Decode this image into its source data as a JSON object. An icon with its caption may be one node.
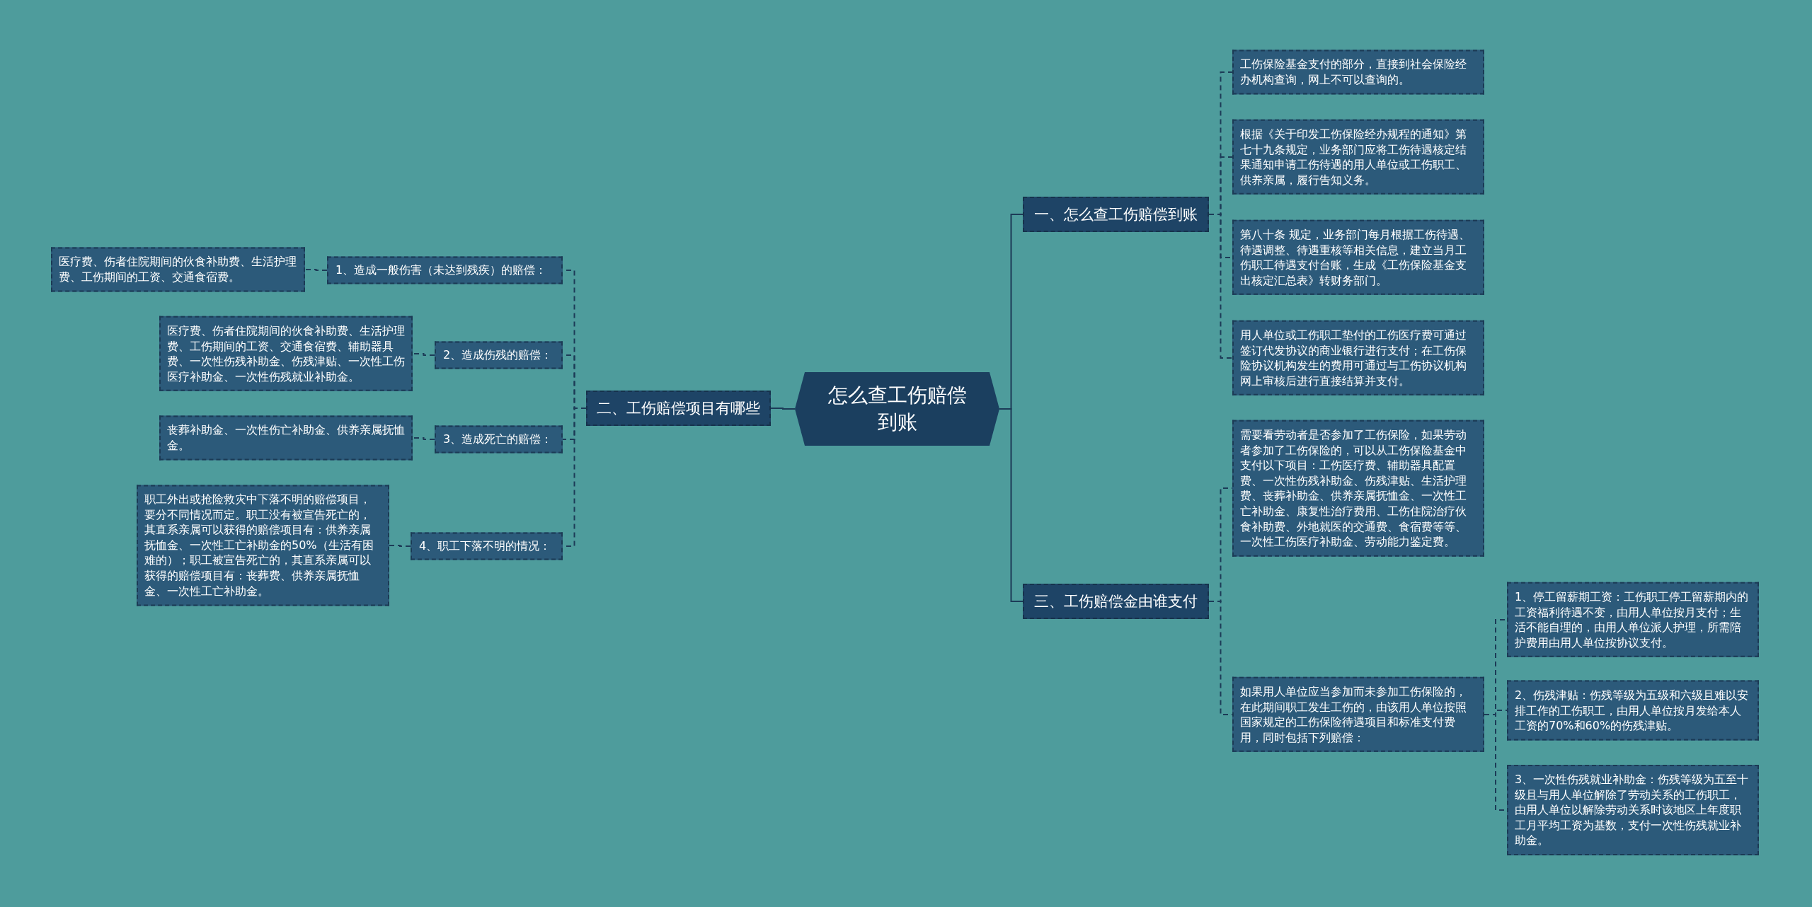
{
  "diagram": {
    "nodes": [
      {
        "text": [
          "怎么查工伤赔偿到账"
        ]
      },
      {
        "text": [
          "一、怎么查工伤赔偿到账"
        ]
      },
      {
        "text": [
          "工伤保险基金支付的部分，直接到社会保险经办机构查询，网上不可以查询的。"
        ]
      },
      {
        "text": [
          "根据《关于印发工伤保险经办规程的通知》第七十九条规定，业务部门应将工伤待遇核定结果通知申请工伤待遇的用人单位或工伤职工、供养亲属，履行告知义务。"
        ]
      },
      {
        "text": [
          "第八十条 规定，业务部门每月根据工伤待遇、待遇调整、待遇重核等相关信息，建立当月工伤职工待遇支付台账，生成《工伤保险基金支出核定汇总表》转财务部门。"
        ]
      },
      {
        "text": [
          "用人单位或工伤职工垫付的工伤医疗费可通过签订代发协议的商业银行进行支付；在工伤保险协议机构发生的费用可通过与工伤协议机构网上审核后进行直接结算并支付。"
        ]
      },
      {
        "text": [
          "二、工伤赔偿项目有哪些"
        ]
      },
      {
        "text": [
          "1、造成一般伤害（未达到残疾）的赔偿："
        ]
      },
      {
        "text": [
          "医疗费、伤者住院期间的伙食补助费、生活护理费、工伤期间的工资、交通食宿费。"
        ]
      },
      {
        "text": [
          "2、造成伤残的赔偿："
        ]
      },
      {
        "text": [
          "医疗费、伤者住院期间的伙食补助费、生活护理费、工伤期间的工资、交通食宿费、辅助器具费、一次性伤残补助金、伤残津贴、一次性工伤医疗补助金、一次性伤残就业补助金。"
        ]
      },
      {
        "text": [
          "3、造成死亡的赔偿："
        ]
      },
      {
        "text": [
          "丧葬补助金、一次性伤亡补助金、供养亲属抚恤金。"
        ]
      },
      {
        "text": [
          "4、职工下落不明的情况："
        ]
      },
      {
        "text": [
          "职工外出或抢险救灾中下落不明的赔偿项目，要分不同情况而定。职工没有被宣告死亡的，其直系亲属可以获得的赔偿项目有：供养亲属抚恤金、一次性工亡补助金的50%（生活有困难的）；职工被宣告死亡的，其直系亲属可以获得的赔偿项目有：丧葬费、供养亲属抚恤金、一次性工亡补助金。"
        ]
      },
      {
        "text": [
          "三、工伤赔偿金由谁支付"
        ]
      },
      {
        "text": [
          "需要看劳动者是否参加了工伤保险，如果劳动者参加了工伤保险的，可以从工伤保险基金中支付以下项目：工伤医疗费、辅助器具配置费、一次性伤残补助金、伤残津贴、生活护理费、丧葬补助金、供养亲属抚恤金、一次性工亡补助金、康复性治疗费用、工伤住院治疗伙食补助费、外地就医的交通费、食宿费等等、一次性工伤医疗补助金、劳动能力鉴定费。"
        ]
      },
      {
        "text": [
          "如果用人单位应当参加而未参加工伤保险的，在此期间职工发生工伤的，由该用人单位按照国家规定的工伤保险待遇项目和标准支付费用，同时包括下列赔偿："
        ]
      },
      {
        "text": [
          "1、停工留薪期工资：工伤职工停工留薪期内的工资福利待遇不变，由用人单位按月支付；生活不能自理的，由用人单位派人护理，所需陪护费用由用人单位按协议支付。"
        ]
      },
      {
        "text": [
          "2、伤残津贴：伤残等级为五级和六级且难以安排工作的工伤职工，由用人单位按月发给本人工资的70%和60%的伤残津贴。"
        ]
      },
      {
        "text": [
          "3、一次性伤残就业补助金：伤残等级为五至十级且与用人单位解除了劳动关系的工伤职工，由用人单位以解除劳动关系时该地区上年度职工月平均工资为基数，支付一次性伤残就业补助金。"
        ]
      }
    ],
    "edges": [
      {
        "from": 0,
        "to": 1,
        "arrow": "none"
      },
      {
        "from": 1,
        "to": 2,
        "arrow": "none",
        "style": "dashed"
      },
      {
        "from": 1,
        "to": 3,
        "arrow": "none",
        "style": "dashed"
      },
      {
        "from": 1,
        "to": 4,
        "arrow": "none",
        "style": "dashed"
      },
      {
        "from": 1,
        "to": 5,
        "arrow": "none",
        "style": "dashed"
      },
      {
        "from": 0,
        "to": 6,
        "arrow": "none"
      },
      {
        "from": 6,
        "to": 7,
        "arrow": "none",
        "style": "dashed"
      },
      {
        "from": 7,
        "to": 8,
        "arrow": "none",
        "style": "dashed"
      },
      {
        "from": 6,
        "to": 9,
        "arrow": "none",
        "style": "dashed"
      },
      {
        "from": 9,
        "to": 10,
        "arrow": "none",
        "style": "dashed"
      },
      {
        "from": 6,
        "to": 11,
        "arrow": "none",
        "style": "dashed"
      },
      {
        "from": 11,
        "to": 12,
        "arrow": "none",
        "style": "dashed"
      },
      {
        "from": 6,
        "to": 13,
        "arrow": "none",
        "style": "dashed"
      },
      {
        "from": 13,
        "to": 14,
        "arrow": "none",
        "style": "dashed"
      },
      {
        "from": 0,
        "to": 15,
        "arrow": "none"
      },
      {
        "from": 15,
        "to": 16,
        "arrow": "none",
        "style": "dashed"
      },
      {
        "from": 15,
        "to": 17,
        "arrow": "none",
        "style": "dashed"
      },
      {
        "from": 17,
        "to": 18,
        "arrow": "none",
        "style": "dashed"
      },
      {
        "from": 17,
        "to": 19,
        "arrow": "none",
        "style": "dashed"
      },
      {
        "from": 17,
        "to": 20,
        "arrow": "none",
        "style": "dashed"
      }
    ]
  }
}
